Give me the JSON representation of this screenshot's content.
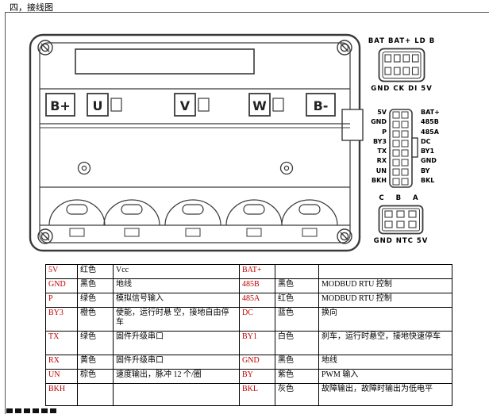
{
  "page": {
    "section_title": "四，接线图"
  },
  "controller": {
    "terminals": [
      "B+",
      "U",
      "V",
      "W",
      "B-"
    ]
  },
  "connectors": {
    "power": {
      "top_label": "BAT BAT+ LD B",
      "bottom_label": "GND CK DI 5V"
    },
    "signal": {
      "left_pins": [
        "5V",
        "GND",
        "P",
        "BY3",
        "TX",
        "RX",
        "UN",
        "BKH"
      ],
      "right_pins": [
        "BAT+",
        "485B",
        "485A",
        "DC",
        "BY1",
        "GND",
        "BY",
        "BKL"
      ]
    },
    "hall": {
      "top_label": "C B A",
      "bottom_label": "GND NTC 5V"
    }
  },
  "pin_table": {
    "rows": [
      {
        "l_sig": "5V",
        "l_color": "红色",
        "l_desc": "Vcc",
        "r_sig": "BAT+",
        "r_color": "",
        "r_desc": ""
      },
      {
        "l_sig": "GND",
        "l_color": "黑色",
        "l_desc": "地线",
        "r_sig": "485B",
        "r_color": "黑色",
        "r_desc": "MODBUD RTU 控制"
      },
      {
        "l_sig": "P",
        "l_color": "绿色",
        "l_desc": "模拟信号输入",
        "r_sig": "485A",
        "r_color": "红色",
        "r_desc": "MODBUD RTU 控制"
      },
      {
        "l_sig": "BY3",
        "l_color": "橙色",
        "l_desc": "使能，运行时悬 空，接地自由停车",
        "r_sig": "DC",
        "r_color": "蓝色",
        "r_desc": "换向"
      },
      {
        "l_sig": "TX",
        "l_color": "绿色",
        "l_desc": "固件升级串口",
        "r_sig": "BY1",
        "r_color": "白色",
        "r_desc": "刹车，运行时悬空，接地快速停车"
      },
      {
        "l_sig": "RX",
        "l_color": "黄色",
        "l_desc": "固件升级串口",
        "r_sig": "GND",
        "r_color": "黑色",
        "r_desc": "地线"
      },
      {
        "l_sig": "UN",
        "l_color": "棕色",
        "l_desc": "速度输出，脉冲 12 个/圈",
        "r_sig": "BY",
        "r_color": "紫色",
        "r_desc": "PWM 输入"
      },
      {
        "l_sig": "BKH",
        "l_color": "",
        "l_desc": "",
        "r_sig": "BKL",
        "r_color": "灰色",
        "r_desc": "故障输出，故障时输出为低电平"
      }
    ]
  },
  "colors": {
    "signal_red": "#c00000",
    "line": "#3a3a3a"
  }
}
